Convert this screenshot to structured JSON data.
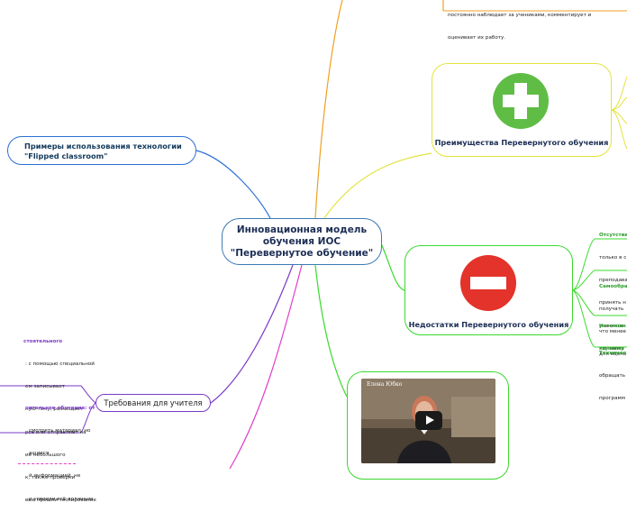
{
  "central": {
    "title": "Инновационная модель обучения ИОС \"Перевернутое обучение\""
  },
  "examples": {
    "title": "Примеры использования технологии \"Flipped classroom\""
  },
  "requirements": {
    "title": "Требования для учителя",
    "lines": [
      {
        "text": "стоятельного",
        "style": "purple"
      },
      {
        "text": ": с помощью специальной",
        "style": "plain"
      },
      {
        "text": "ем записывает",
        "style": "plain"
      },
      {
        "text": "ную тему, размещает",
        "style": "plain"
      },
      {
        "text": "рсе или отправляет на",
        "style": "plain"
      },
      {
        "text": "ие небольшого",
        "style": "plain"
      },
      {
        "text": "к, также проверки",
        "style": "plain"
      },
      {
        "text": "вые прошли тестирование",
        "style": "plain"
      },
      {
        "text": "оятельное обучение: от",
        "style": "purple"
      },
      {
        "text": "смотреть материал, но",
        "style": "plain"
      },
      {
        "text": "ащиеся",
        "style": "plain"
      },
      {
        "text": "й информацией, не",
        "style": "plain"
      },
      {
        "text": "и усвоили всё должным",
        "style": "plain"
      }
    ]
  },
  "advantages": {
    "title": "Преимущества Перевернутого обучения",
    "top_text": [
      "постоянно наблюдает за учениками, комментирует и",
      "оценивает их работу."
    ]
  },
  "disadvantages": {
    "title": "Недостатки Перевернутого обучения",
    "items": [
      {
        "heading": "Отсутстви",
        "lines": [
          "только в с",
          "преподава",
          "принять н",
          "учеников",
          "изучаемо"
        ]
      },
      {
        "heading": "Самообра",
        "lines": [
          "получать",
          "что менее",
          "для оцено"
        ]
      },
      {
        "heading": "Неготовн",
        "lines": [
          "полному"
        ]
      },
      {
        "heading": "Техничес",
        "lines": [
          "обращать",
          "программ"
        ]
      }
    ]
  },
  "video": {
    "title": "Елена Юбко"
  },
  "colors": {
    "central": "#3d7bb5",
    "examples": "#2a6fd6",
    "requirements": "#7b3bc8",
    "advantages": "#e3e33e",
    "disadvantages": "#3ad92e",
    "video": "#3ad92e",
    "top": "#f0a020",
    "bottom_left": "#e23ec9",
    "plus_icon": "#5fbd45",
    "minus_icon": "#e3332a"
  }
}
